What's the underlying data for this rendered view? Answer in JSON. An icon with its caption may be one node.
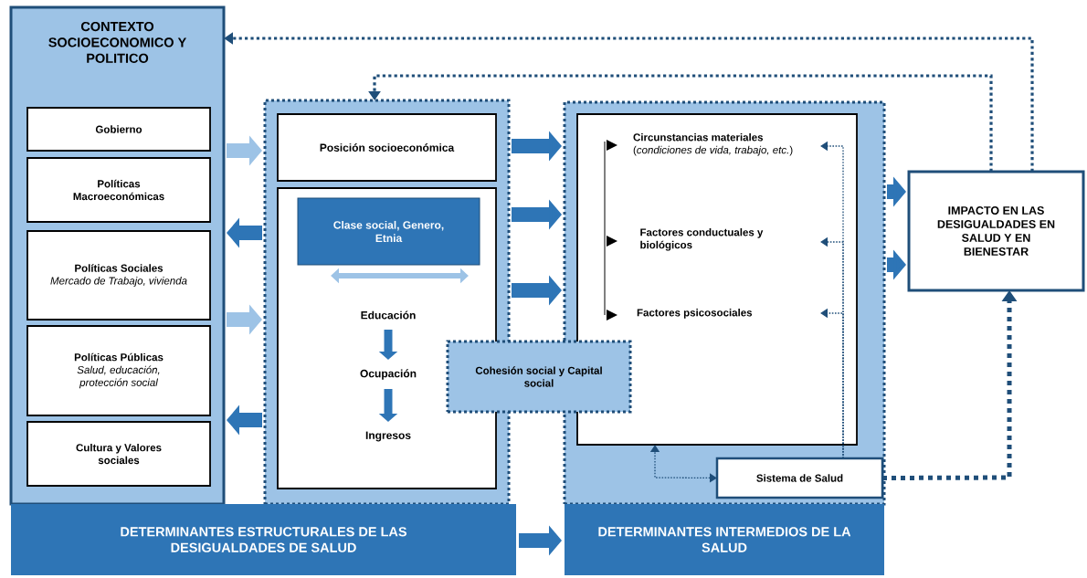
{
  "diagram": {
    "nodes": [
      {
        "text": [
          "CONTEXTO SOCIOECONOMICO Y POLITICO"
        ]
      },
      {
        "text": [
          "Gobierno"
        ],
        "in": 0
      },
      {
        "text": [
          "Políticas Macroeconómicas"
        ],
        "in": 0
      },
      {
        "text": [
          "Políticas Sociales",
          "Mercado de Trabajo, vivienda"
        ],
        "in": 0
      },
      {
        "text": [
          "Políticas Públicas",
          "Salud, educación, protección social"
        ],
        "in": 0
      },
      {
        "text": [
          "Cultura y Valores sociales"
        ],
        "in": 0
      },
      {
        "text": [],
        "shape": "box"
      },
      {
        "text": [
          "Posición socioeconómica"
        ],
        "in": 6
      },
      {
        "text": [],
        "shape": "box",
        "in": 6
      },
      {
        "text": [
          "Clase social, Genero, Etnia"
        ],
        "in": 8
      },
      {
        "text": [
          "Educación"
        ],
        "in": 8
      },
      {
        "text": [
          "Ocupación"
        ],
        "in": 8
      },
      {
        "text": [
          "Ingresos"
        ],
        "in": 8
      },
      {
        "text": [
          "Cohesión social y Capital social"
        ]
      },
      {
        "text": [],
        "shape": "box"
      },
      {
        "text": [],
        "shape": "box",
        "in": 14
      },
      {
        "text": [
          "Circunstancias materiales",
          "(*condiciones de vida, trabajo, etc.*)"
        ],
        "in": 15
      },
      {
        "text": [
          "Factores conductuales y biológicos"
        ],
        "in": 15
      },
      {
        "text": [
          "Factores psicosociales"
        ],
        "in": 15
      },
      {
        "text": [
          "Sistema de Salud"
        ],
        "in": 14
      },
      {
        "text": [
          "IMPACTO EN LAS DESIGUALDADES EN SALUD Y EN BIENESTAR"
        ]
      },
      {
        "text": [
          "DETERMINANTES ESTRUCTURALES DE LAS DESIGUALDADES DE SALUD"
        ]
      },
      {
        "text": [
          "DETERMINANTES INTERMEDIOS DE LA SALUD"
        ]
      }
    ],
    "edges": [
      {
        "from": 0,
        "to": 6,
        "arrow": "to",
        "color": "#9dc3e6"
      },
      {
        "from": 6,
        "to": 0,
        "arrow": "to"
      },
      {
        "from": 0,
        "to": 6,
        "arrow": "to",
        "color": "#9dc3e6"
      },
      {
        "from": 6,
        "to": 0,
        "arrow": "to"
      },
      {
        "from": 10,
        "to": 11,
        "arrow": "to"
      },
      {
        "from": 11,
        "to": 12,
        "arrow": "to"
      },
      {
        "from": 6,
        "to": 14,
        "arrow": "to"
      },
      {
        "from": 6,
        "to": 14,
        "arrow": "to"
      },
      {
        "from": 6,
        "to": 14,
        "arrow": "to"
      },
      {
        "from": 14,
        "to": 20,
        "arrow": "to"
      },
      {
        "from": 14,
        "to": 20,
        "arrow": "to"
      },
      {
        "from": 21,
        "to": 22,
        "arrow": "to"
      },
      {
        "from": 20,
        "to": 0,
        "arrow": "to",
        "style": "dashed",
        "color": "#1f4e79"
      },
      {
        "from": 20,
        "to": 6,
        "arrow": "to",
        "style": "dashed",
        "color": "#1f4e79"
      },
      {
        "from": 19,
        "to": 20,
        "arrow": "to",
        "style": "dashed",
        "color": "#1f4e79"
      },
      {
        "from": 19,
        "to": 15,
        "arrow": "both",
        "style": "dashed",
        "color": "#1f4e79"
      },
      {
        "from": 19,
        "to": 16,
        "arrow": "to",
        "style": "dashed",
        "color": "#1f4e79"
      },
      {
        "from": 19,
        "to": 17,
        "arrow": "to",
        "style": "dashed",
        "color": "#1f4e79"
      },
      {
        "from": 19,
        "to": 18,
        "arrow": "to",
        "style": "dashed",
        "color": "#1f4e79"
      }
    ]
  }
}
